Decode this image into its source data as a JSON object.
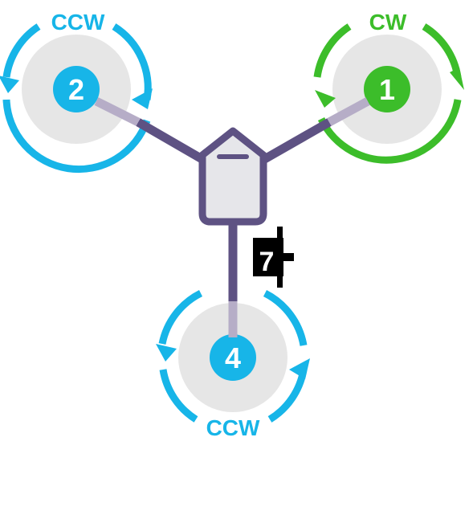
{
  "colors": {
    "ccw": "#17b5e8",
    "cw": "#3cbd2a",
    "frame": "#5e5283",
    "frame_light": "#b6adc7",
    "disc": "#e6e6e6",
    "body_fill": "#e6e6ea",
    "servo": "#000000"
  },
  "motors": [
    {
      "number": "1",
      "direction": "CW",
      "color_key": "cw"
    },
    {
      "number": "2",
      "direction": "CCW",
      "color_key": "ccw"
    },
    {
      "number": "4",
      "direction": "CCW",
      "color_key": "ccw"
    }
  ],
  "servo": {
    "number": "7",
    "icon": "servo-icon"
  }
}
